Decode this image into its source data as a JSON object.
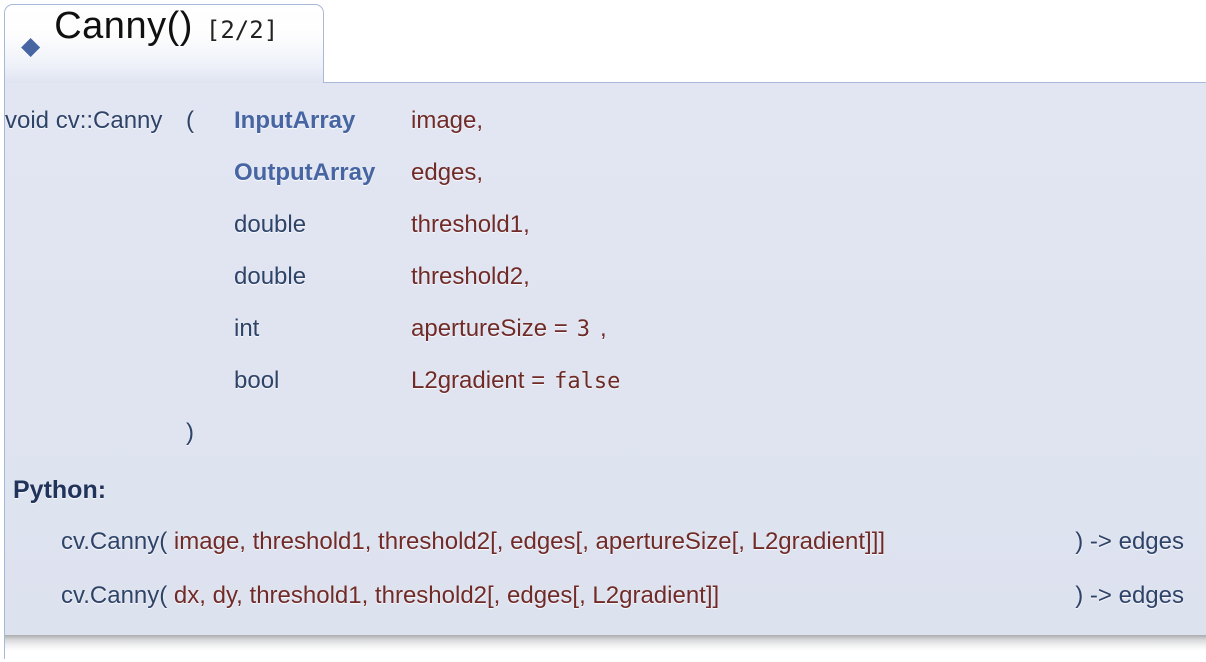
{
  "tab": {
    "diamond": "◆",
    "title": "Canny()",
    "overload": "[2/2]"
  },
  "signature": {
    "memname": "void cv::Canny",
    "open_paren": "(",
    "close_paren": ")",
    "rows": [
      {
        "type": "InputArray",
        "name": "image,"
      },
      {
        "type": "OutputArray",
        "name": "edges,"
      },
      {
        "type": "double",
        "name": "threshold1,"
      },
      {
        "type": "double",
        "name": "threshold2,"
      },
      {
        "type": "int",
        "name": "apertureSize =",
        "default": "3",
        "suffix": ","
      },
      {
        "type": "bool",
        "name": "L2gradient =",
        "default": "false",
        "suffix": ""
      }
    ]
  },
  "python": {
    "label": "Python:",
    "lines": [
      {
        "fn": "cv.Canny(",
        "params": " image, threshold1, threshold2[, edges[, apertureSize[, L2gradient]]] ",
        "tail": ") -> edges"
      },
      {
        "fn": "cv.Canny(",
        "params": " dx, dy, threshold1, threshold2[, edges[, L2gradient]]",
        "tail": ") -> edges"
      }
    ]
  },
  "colors": {
    "link_blue": "#4665A2",
    "type_navy": "#2E4368",
    "param_red": "#702B28",
    "border": "#A8B8D8",
    "proto_background": "#DFE3F0"
  }
}
